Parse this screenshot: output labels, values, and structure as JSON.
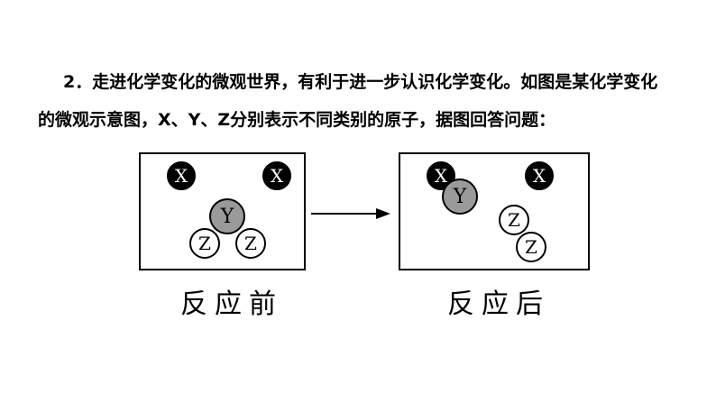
{
  "question": {
    "line1": "2．走进化学变化的微观世界，有利于进一步认识化学变化。如图是某化学变化",
    "line2": "的微观示意图，X、Y、Z分别表示不同类别的原子，据图回答问题："
  },
  "diagram": {
    "atom_labels": {
      "x": "X",
      "y": "Y",
      "z": "Z"
    },
    "caption_before": "反应前",
    "caption_after": "反应后"
  }
}
